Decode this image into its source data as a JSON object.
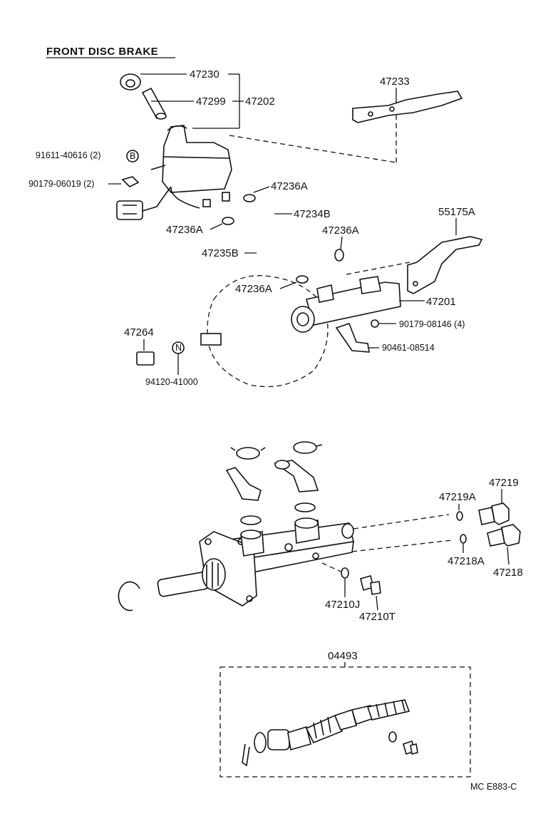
{
  "diagram": {
    "title": "FRONT DISC BRAKE",
    "code": "MC E883-C",
    "callouts": {
      "c47230": "47230",
      "c47299": "47299",
      "c47202": "47202",
      "c47233": "47233",
      "c91611": "91611-40616 (2)",
      "c90179a": "90179-06019 (2)",
      "c47236a_1": "47236A",
      "c47234b": "47234B",
      "c47236a_2": "47236A",
      "c47236a_3": "47236A",
      "c55175a": "55175A",
      "c47235b": "47235B",
      "c47236a_4": "47236A",
      "c47201": "47201",
      "c90179b": "90179-08146 (4)",
      "c47264": "47264",
      "c90461": "90461-08514",
      "c94120": "94120-41000",
      "c47219": "47219",
      "c47219a": "47219A",
      "c47218a": "47218A",
      "c47218": "47218",
      "c47210j": "47210J",
      "c47210t": "47210T",
      "c04493": "04493"
    },
    "markers": {
      "b": "B",
      "n": "N"
    }
  }
}
